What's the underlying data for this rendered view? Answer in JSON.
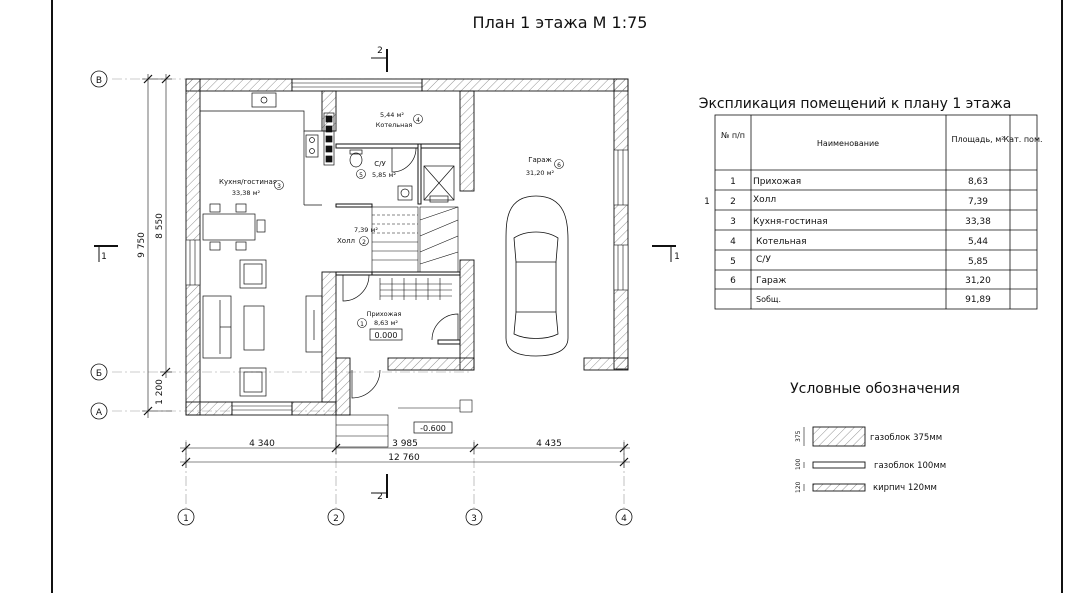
{
  "title": "План 1 этажа М 1:75",
  "plan": {
    "section_marks": [
      "2",
      "2",
      "1",
      "1"
    ],
    "axis_rows": [
      "В",
      "Б",
      "А"
    ],
    "axis_cols": [
      "1",
      "2",
      "3",
      "4"
    ],
    "dims_bottom": [
      "4 340",
      "3 985",
      "4 435"
    ],
    "dim_total": "12 760",
    "dims_left": [
      "9 750",
      "8 550",
      "1 200"
    ],
    "levels": {
      "floor": "0.000",
      "entrance": "-0.600"
    },
    "rooms": [
      {
        "num": "1",
        "name": "Прихожая",
        "area": "8,63 м²"
      },
      {
        "num": "2",
        "name": "Холл",
        "area": "7,39 м²"
      },
      {
        "num": "3",
        "name": "Кухня/гостиная",
        "area": "33,38 м²"
      },
      {
        "num": "4",
        "name": "Котельная",
        "area": "5,44 м²"
      },
      {
        "num": "5",
        "name": "С/У",
        "area": "5,85 м²"
      },
      {
        "num": "6",
        "name": "Гараж",
        "area": "31,20 м²"
      }
    ]
  },
  "explication": {
    "title": "Экспликация помещений к плану 1 этажа",
    "headers": [
      "№ п/п",
      "Наименование",
      "Площадь, м²",
      "Кат. пом."
    ],
    "rows": [
      [
        "1",
        "Прихожая",
        "8,63",
        ""
      ],
      [
        "2",
        "Холл",
        "7,39",
        ""
      ],
      [
        "3",
        "Кухня-гостиная",
        "33,38",
        ""
      ],
      [
        "4",
        "Котельная",
        "5,44",
        ""
      ],
      [
        "5",
        "С/У",
        "5,85",
        ""
      ],
      [
        "6",
        "Гараж",
        "31,20",
        ""
      ],
      [
        "",
        "Sобщ.",
        "91,89",
        ""
      ]
    ],
    "side_mark": "1"
  },
  "legend": {
    "title": "Условные обозначения",
    "items": [
      {
        "dim": "375",
        "label": "газоблок 375мм"
      },
      {
        "dim": "100",
        "label": "газоблок 100мм"
      },
      {
        "dim": "120",
        "label": "кирпич 120мм"
      }
    ]
  }
}
